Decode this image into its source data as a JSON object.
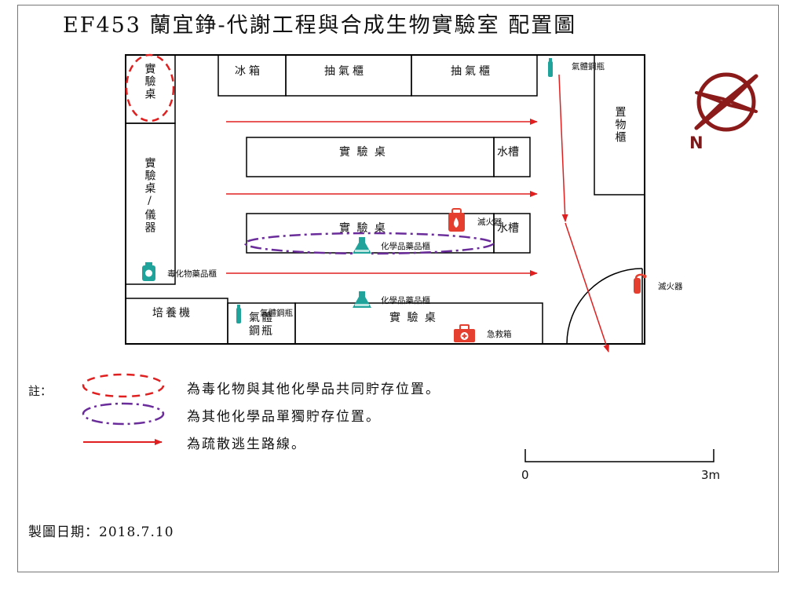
{
  "title": "EF453 蘭宜錚-代謝工程與合成生物實驗室  配置圖",
  "compass": {
    "north_label": "N"
  },
  "rooms": {
    "bench_corner": "實驗桌",
    "fridge": "冰箱",
    "hood_1": "抽氣櫃",
    "hood_2": "抽氣櫃",
    "storage_cabinet": "置物櫃",
    "bench_center_1": "實 驗 桌",
    "sink_1": "水槽",
    "bench_center_2": "實 驗 桌",
    "sink_2": "水槽",
    "bench_instrument": "實驗桌/儀器",
    "incubator": "培養機",
    "gas_cylinder_room": "氣體鋼瓶",
    "bench_bottom": "實 驗 桌"
  },
  "equipment": {
    "gas_cylinder_top": "氣體鋼瓶",
    "gas_cylinder_bottom": "氣體鋼瓶",
    "extinguisher_center": "滅火器",
    "extinguisher_right": "滅火器",
    "chemical_cabinet_center": "化學品藥品櫃",
    "chemical_cabinet_bottom": "化學品藥品櫃",
    "toxic_cabinet": "毒化物藥品櫃",
    "first_aid": "急救箱"
  },
  "legend": {
    "note_label": "註：",
    "red_dashed": "為毒化物與其他化學品共同貯存位置。",
    "purple_dashdot": "為其他化學品單獨貯存位置。",
    "red_arrow": "為疏散逃生路線。"
  },
  "scale": {
    "start": "0",
    "end": "3m"
  },
  "date": "製圖日期：2018.7.10",
  "colors": {
    "route": "#e02020",
    "toxic_storage": "#e02020",
    "chem_storage": "#6a2c9a",
    "chem_icon": "#1fa39a",
    "extinguisher": "#e5402f",
    "compass": "#8b1a1a"
  }
}
